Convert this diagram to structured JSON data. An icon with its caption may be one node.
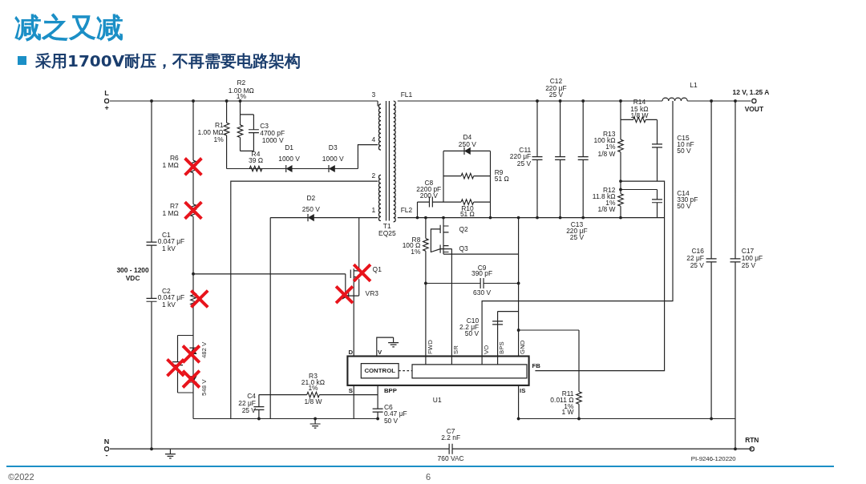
{
  "diagram": {
    "title": "减之又减",
    "labels": [
      "采用1700V耐压，不再需要电路架构",
      "L",
      "+",
      "R2",
      "1.00 MΩ",
      "1%",
      "R1",
      "1.00 MΩ",
      "1%",
      "C3",
      "4700 pF",
      "1000 V",
      "R6",
      "1 MΩ",
      "R4",
      "39 Ω",
      "D1",
      "1000 V",
      "D3",
      "1000 V",
      "3",
      "FL1",
      "4",
      "2",
      "D2",
      "250 V",
      "1",
      "FL2",
      "T1",
      "EQ25",
      "R7",
      "1 MΩ",
      "C1",
      "0.047 μF",
      "1 kV",
      "300 - 1200",
      "VDC",
      "C2",
      "0.047 μF",
      "1 kV",
      "482 V",
      "548 V",
      "C12",
      "220 μF",
      "25 V",
      "L1",
      "12 V, 1.25 A",
      "VOUT",
      "R14",
      "15 kΩ",
      "1/8 W",
      "D4",
      "250 V",
      "C11",
      "220 μF",
      "25 V",
      "R13",
      "100 kΩ",
      "1%",
      "1/8 W",
      "C15",
      "10 nF",
      "50 V",
      "C8",
      "2200 pF",
      "200 V",
      "R9",
      "51 Ω",
      "R12",
      "11.8 kΩ",
      "1%",
      "1/8 W",
      "C14",
      "330 pF",
      "50 V",
      "R10",
      "51 Ω",
      "Q2",
      "C13",
      "220 μF",
      "25 V",
      "R8",
      "100 Ω",
      "1%",
      "Q3",
      "C16",
      "22 μF",
      "25 V",
      "C17",
      "100 μF",
      "25 V",
      "Q1",
      "VR3",
      "C9",
      "390 pF",
      "630 V",
      "C10",
      "2.2 μF",
      "50 V",
      "FWD",
      "SR",
      "VO",
      "BPS",
      "GND",
      "D",
      "V",
      "CONTROL",
      "FB",
      "R3",
      "21.0 kΩ",
      "1%",
      "1/8 W",
      "S",
      "BPP",
      "IS",
      "R11",
      "0.011 Ω",
      "1%",
      "1 W",
      "U1",
      "C4",
      "22 μF",
      "25 V",
      "C6",
      "0.47 μF",
      "50 V",
      "C7",
      "2.2 nF",
      "760 VAC",
      "N",
      "-",
      "RTN",
      "PI-9246-120220",
      "©2022",
      "6"
    ]
  }
}
